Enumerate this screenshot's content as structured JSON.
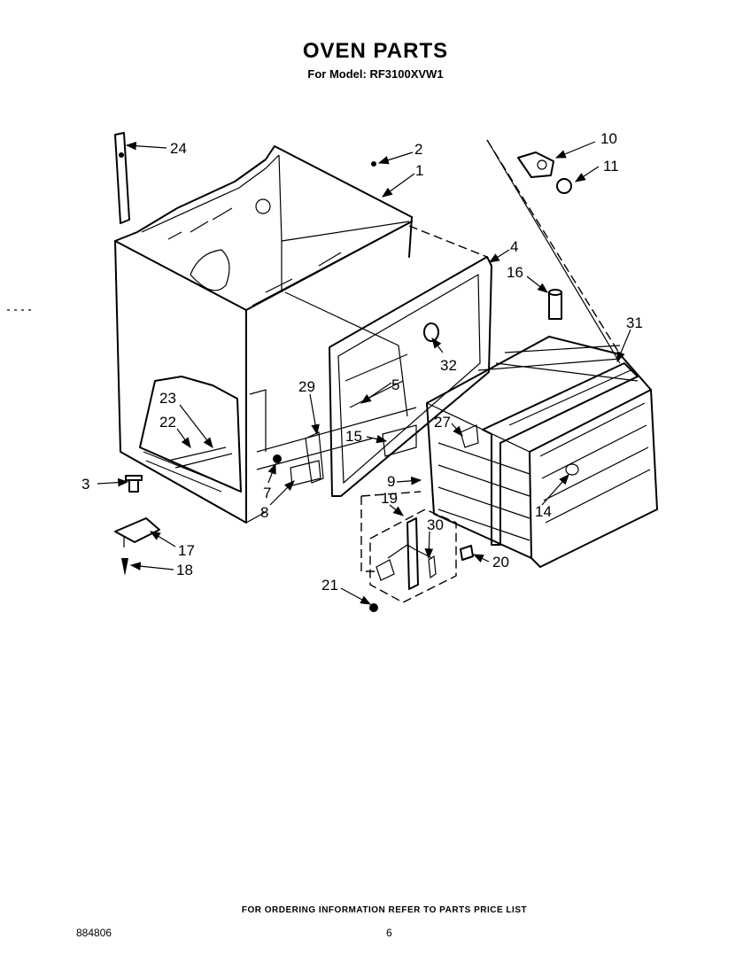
{
  "header": {
    "title": "OVEN PARTS",
    "subtitle": "For Model: RF3100XVW1"
  },
  "callouts": [
    "24",
    "2",
    "1",
    "10",
    "11",
    "4",
    "16",
    "31",
    "32",
    "5",
    "29",
    "23",
    "22",
    "15",
    "27",
    "9",
    "19",
    "30",
    "3",
    "7",
    "8",
    "14",
    "17",
    "18",
    "20",
    "21"
  ],
  "footer": {
    "note": "FOR ORDERING INFORMATION REFER TO PARTS PRICE LIST",
    "doc_number": "884806",
    "page_number": "6"
  }
}
